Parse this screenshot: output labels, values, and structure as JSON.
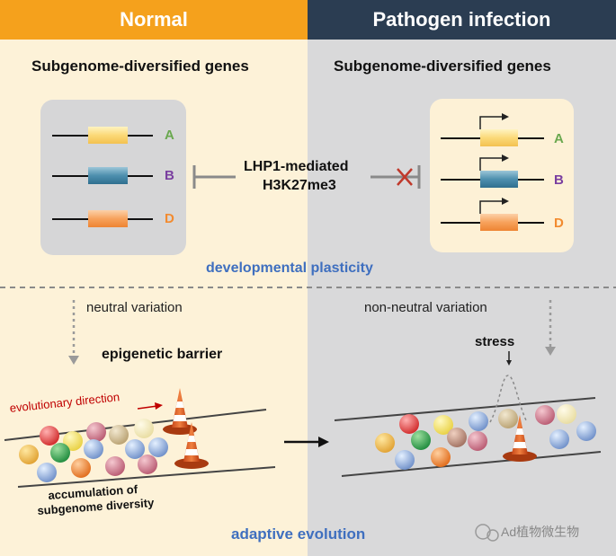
{
  "headers": {
    "left": "Normal",
    "right": "Pathogen infection"
  },
  "section_titles": {
    "left": "Subgenome-diversified genes",
    "right": "Subgenome-diversified genes"
  },
  "gene_labels": [
    "A",
    "B",
    "D"
  ],
  "colors": {
    "A": "#6aa84f",
    "B": "#7a3fa0",
    "D": "#f28b30",
    "accent_blue": "#3f6fbf",
    "arrow_red": "#c00000"
  },
  "mechanism": {
    "line1": "LHP1-mediated",
    "line2": "H3K27me3"
  },
  "developmental_plasticity": "developmental plasticity",
  "variation": {
    "left": "neutral variation",
    "right": "non-neutral variation"
  },
  "epigenetic_barrier": "epigenetic barrier",
  "stress": "stress",
  "evolutionary_direction": "evolutionary direction",
  "accumulation": {
    "line1": "accumulation of",
    "line2": "subgenome diversity"
  },
  "adaptive_evolution": "adaptive evolution",
  "watermark": "Ad植物微生物"
}
